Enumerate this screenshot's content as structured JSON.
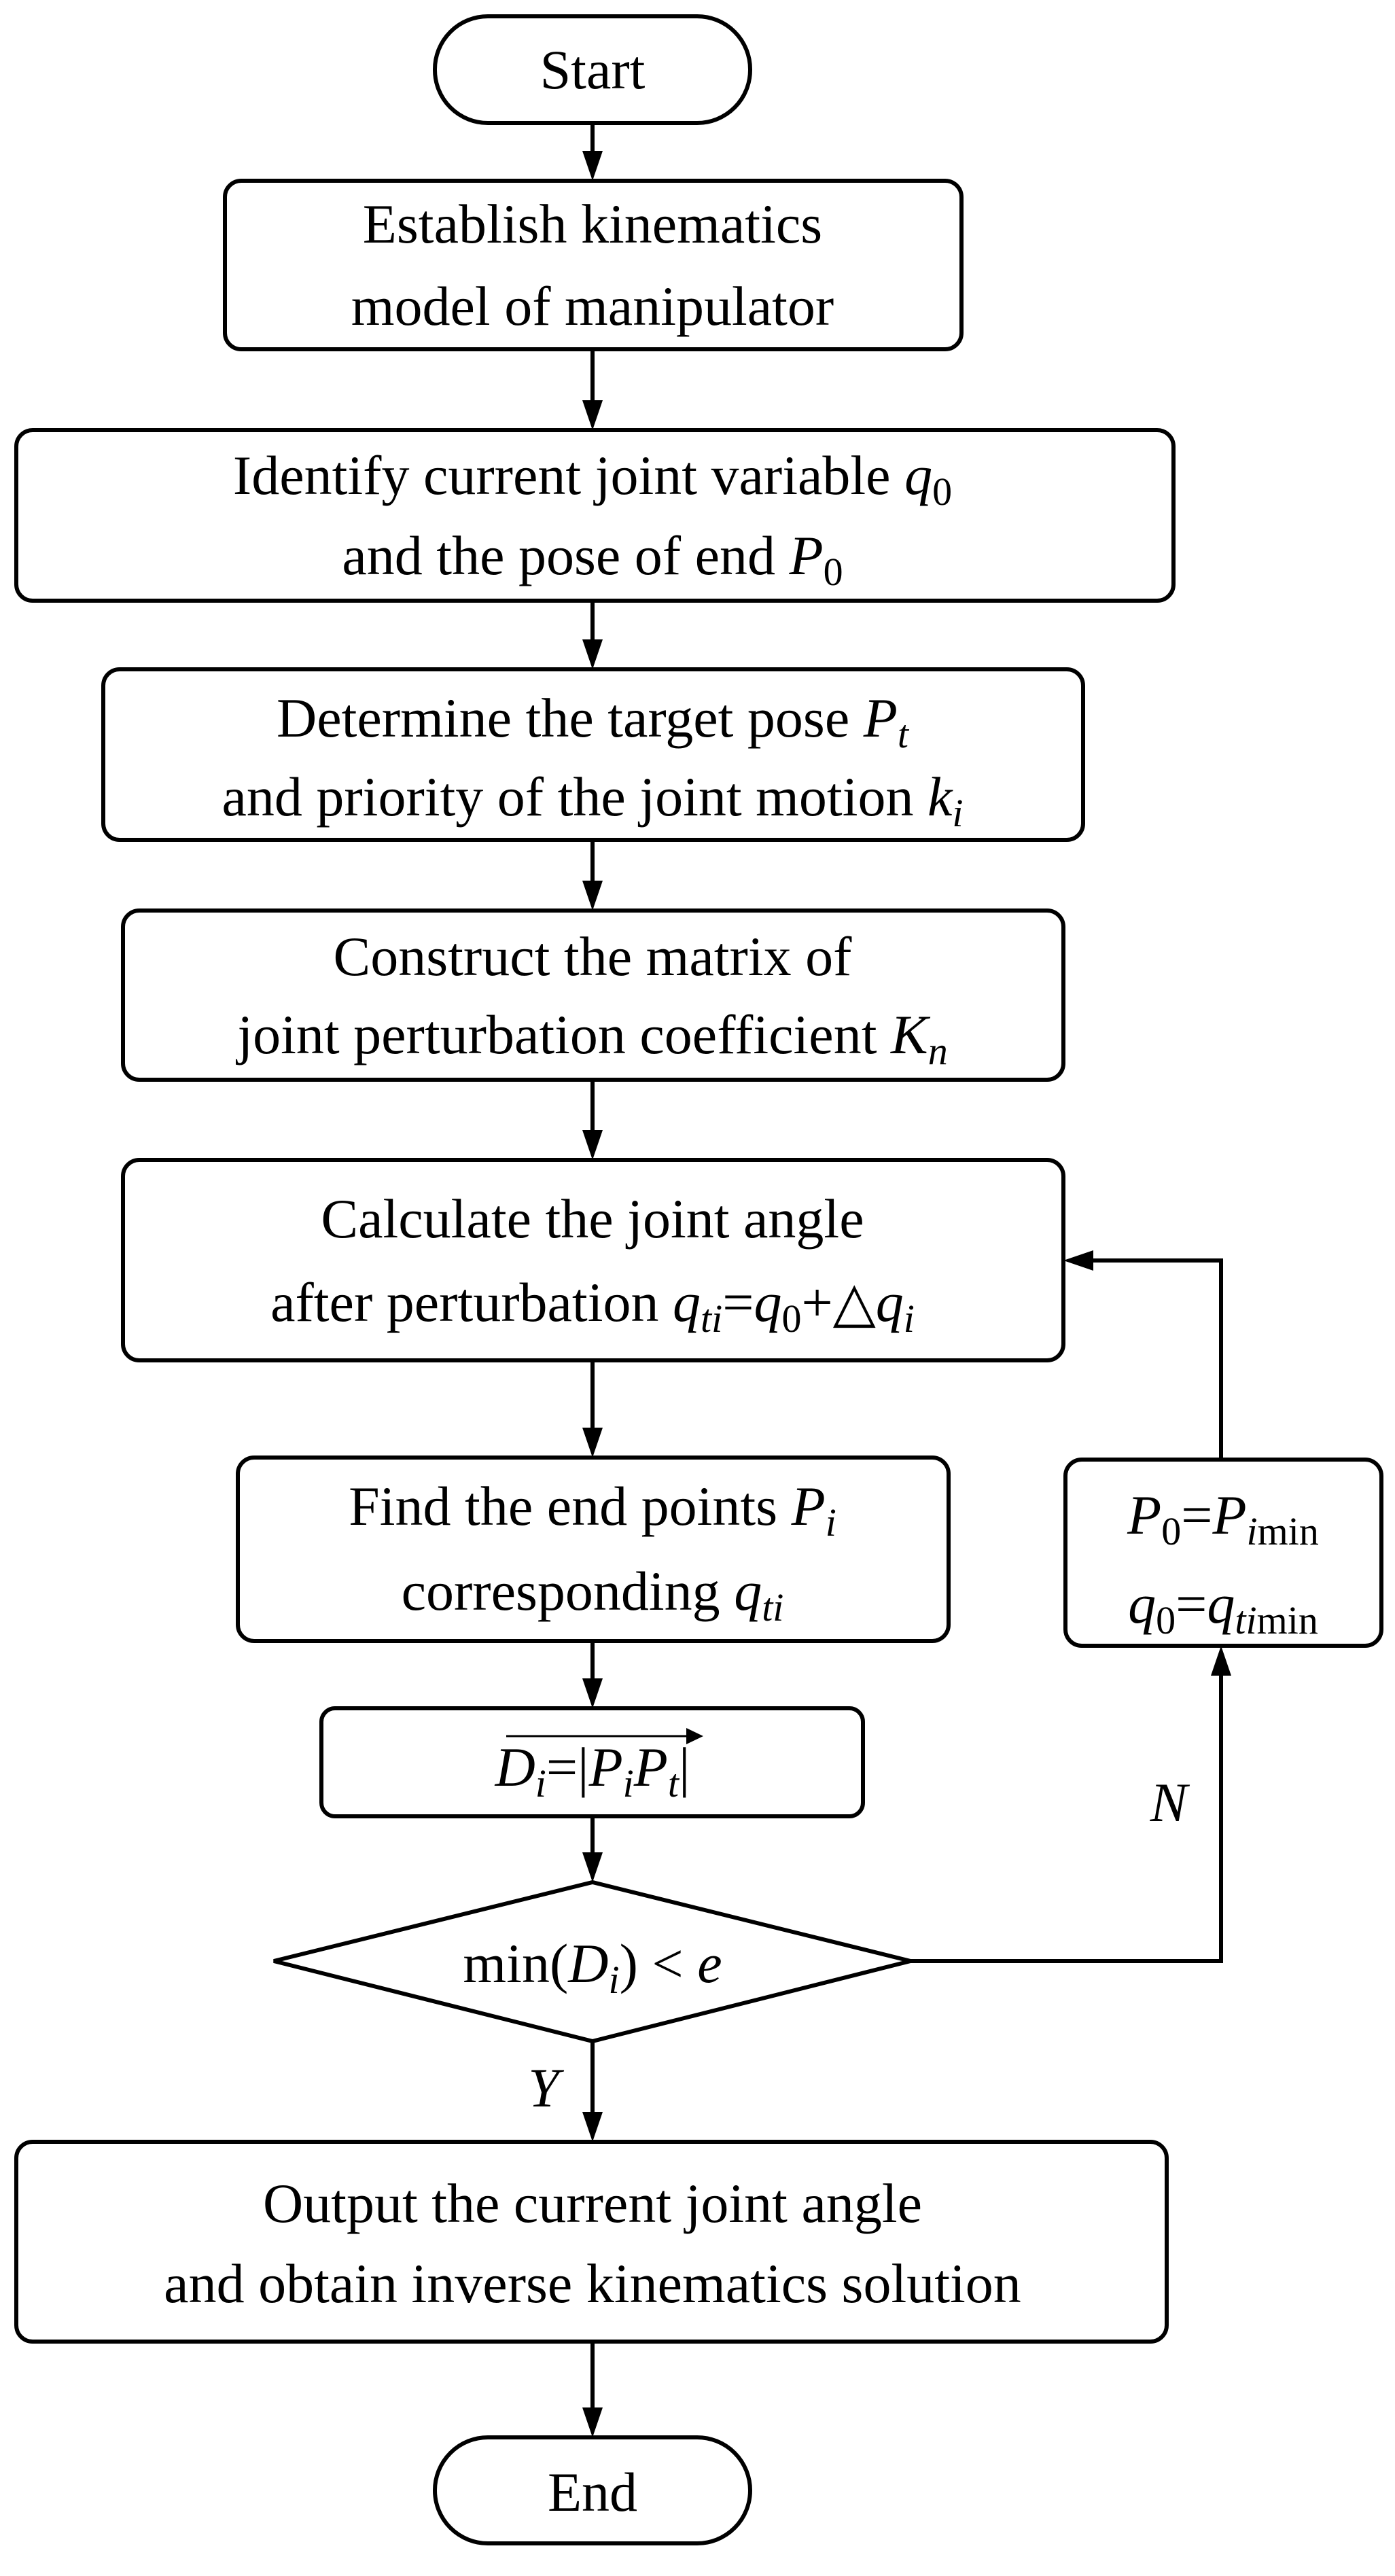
{
  "nodes": [
    {
      "id": "start",
      "lines": [
        [
          {
            "t": "Start",
            "s": "n"
          }
        ]
      ]
    },
    {
      "id": "establish-model",
      "lines": [
        [
          {
            "t": "Establish kinematics",
            "s": "n"
          }
        ],
        [
          {
            "t": "model of manipulator",
            "s": "n"
          }
        ]
      ]
    },
    {
      "id": "identify-joint",
      "lines": [
        [
          {
            "t": "Identify current joint variable ",
            "s": "n"
          },
          {
            "t": "q",
            "s": "i"
          },
          {
            "t": "0",
            "s": "sn"
          }
        ],
        [
          {
            "t": "and the pose of end ",
            "s": "n"
          },
          {
            "t": "P",
            "s": "i"
          },
          {
            "t": "0",
            "s": "sn"
          }
        ]
      ]
    },
    {
      "id": "determine-target",
      "lines": [
        [
          {
            "t": "Determine the target pose ",
            "s": "n"
          },
          {
            "t": "P",
            "s": "i"
          },
          {
            "t": "t",
            "s": "si"
          }
        ],
        [
          {
            "t": "and priority of the joint motion ",
            "s": "n"
          },
          {
            "t": "k",
            "s": "i"
          },
          {
            "t": "i",
            "s": "si"
          }
        ]
      ]
    },
    {
      "id": "construct-matrix",
      "lines": [
        [
          {
            "t": "Construct the matrix  of",
            "s": "n"
          }
        ],
        [
          {
            "t": "joint perturbation coefficient ",
            "s": "n"
          },
          {
            "t": "K",
            "s": "i"
          },
          {
            "t": "n",
            "s": "si"
          }
        ]
      ]
    },
    {
      "id": "calculate-angle",
      "lines": [
        [
          {
            "t": "Calculate the joint angle",
            "s": "n"
          }
        ],
        [
          {
            "t": "after perturbation ",
            "s": "n"
          },
          {
            "t": "q",
            "s": "i"
          },
          {
            "t": "ti",
            "s": "si"
          },
          {
            "t": "=",
            "s": "n"
          },
          {
            "t": "q",
            "s": "i"
          },
          {
            "t": "0",
            "s": "sn"
          },
          {
            "t": "+△",
            "s": "n"
          },
          {
            "t": "q",
            "s": "i"
          },
          {
            "t": "i",
            "s": "si"
          }
        ]
      ]
    },
    {
      "id": "find-end-points",
      "lines": [
        [
          {
            "t": "Find the end points ",
            "s": "n"
          },
          {
            "t": "P",
            "s": "i"
          },
          {
            "t": "i",
            "s": "si"
          }
        ],
        [
          {
            "t": "corresponding ",
            "s": "n"
          },
          {
            "t": "q",
            "s": "i"
          },
          {
            "t": "ti",
            "s": "si"
          }
        ]
      ]
    },
    {
      "id": "distance",
      "lines": [
        [
          {
            "t": "D",
            "s": "i"
          },
          {
            "t": "i",
            "s": "si"
          },
          {
            "t": "=|",
            "s": "n"
          },
          {
            "t": "P",
            "s": "i"
          },
          {
            "t": "i",
            "s": "si"
          },
          {
            "t": "P",
            "s": "i"
          },
          {
            "t": "t",
            "s": "si"
          },
          {
            "t": "|",
            "s": "n"
          }
        ]
      ]
    },
    {
      "id": "decision",
      "lines": [
        [
          {
            "t": "min(",
            "s": "n"
          },
          {
            "t": "D",
            "s": "i"
          },
          {
            "t": "i",
            "s": "si"
          },
          {
            "t": ") < ",
            "s": "n"
          },
          {
            "t": "e",
            "s": "i"
          }
        ]
      ]
    },
    {
      "id": "output",
      "lines": [
        [
          {
            "t": "Output the current joint angle",
            "s": "n"
          }
        ],
        [
          {
            "t": "and obtain inverse kinematics solution",
            "s": "n"
          }
        ]
      ]
    },
    {
      "id": "end",
      "lines": [
        [
          {
            "t": "End",
            "s": "n"
          }
        ]
      ]
    },
    {
      "id": "update",
      "lines": [
        [
          {
            "t": "P",
            "s": "i"
          },
          {
            "t": "0",
            "s": "sn"
          },
          {
            "t": "=",
            "s": "n"
          },
          {
            "t": "P",
            "s": "i"
          },
          {
            "t": "i",
            "s": "si"
          },
          {
            "t": "min",
            "s": "sn"
          }
        ],
        [
          {
            "t": "q",
            "s": "i"
          },
          {
            "t": "0",
            "s": "sn"
          },
          {
            "t": "=",
            "s": "n"
          },
          {
            "t": "q",
            "s": "i"
          },
          {
            "t": "ti",
            "s": "si"
          },
          {
            "t": "min",
            "s": "sn"
          }
        ]
      ]
    }
  ],
  "labels": {
    "no": "N",
    "yes": "Y"
  }
}
